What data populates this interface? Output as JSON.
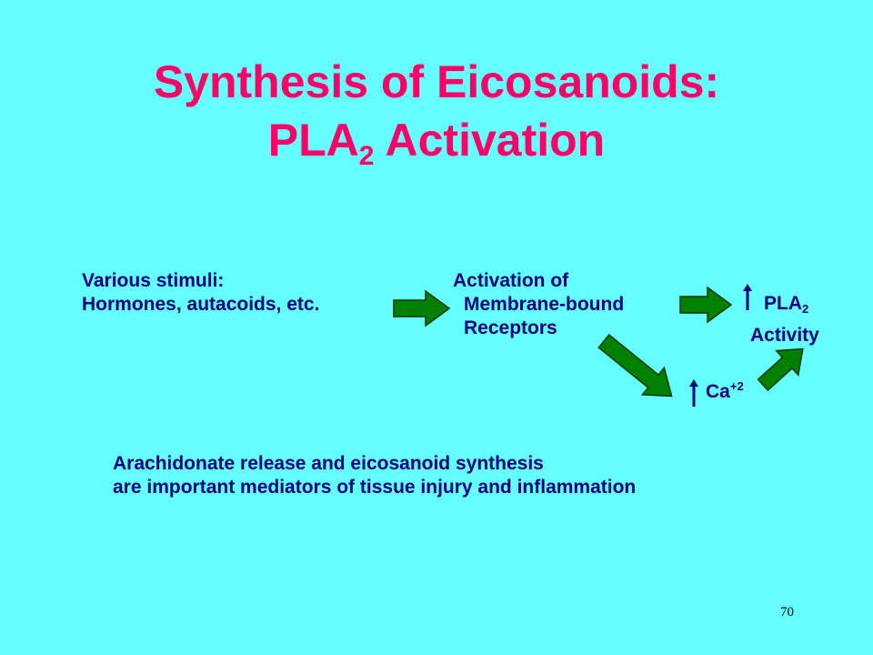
{
  "title": {
    "line1": "Synthesis of Eicosanoids:",
    "line2_prefix": "PLA",
    "line2_sub": "2",
    "line2_suffix": " Activation"
  },
  "nodes": {
    "stimuli": {
      "line1": "Various stimuli:",
      "line2": "Hormones, autacoids, etc."
    },
    "receptors": {
      "line1": "Activation of",
      "line2": "Membrane-bound",
      "line3": "Receptors"
    },
    "pla2": {
      "prefix": "PLA",
      "sub": "2",
      "line2": "Activity"
    },
    "calcium": {
      "prefix": "Ca",
      "sup": "+2"
    }
  },
  "note": {
    "line1": "Arachidonate release and eicosanoid synthesis",
    "line2": "are important mediators of tissue injury and inflammation"
  },
  "page_number": "70",
  "colors": {
    "background": "#66ffff",
    "title": "#ff0066",
    "text": "#000080",
    "arrow_fill": "#008000",
    "arrow_outline": "#003300"
  }
}
